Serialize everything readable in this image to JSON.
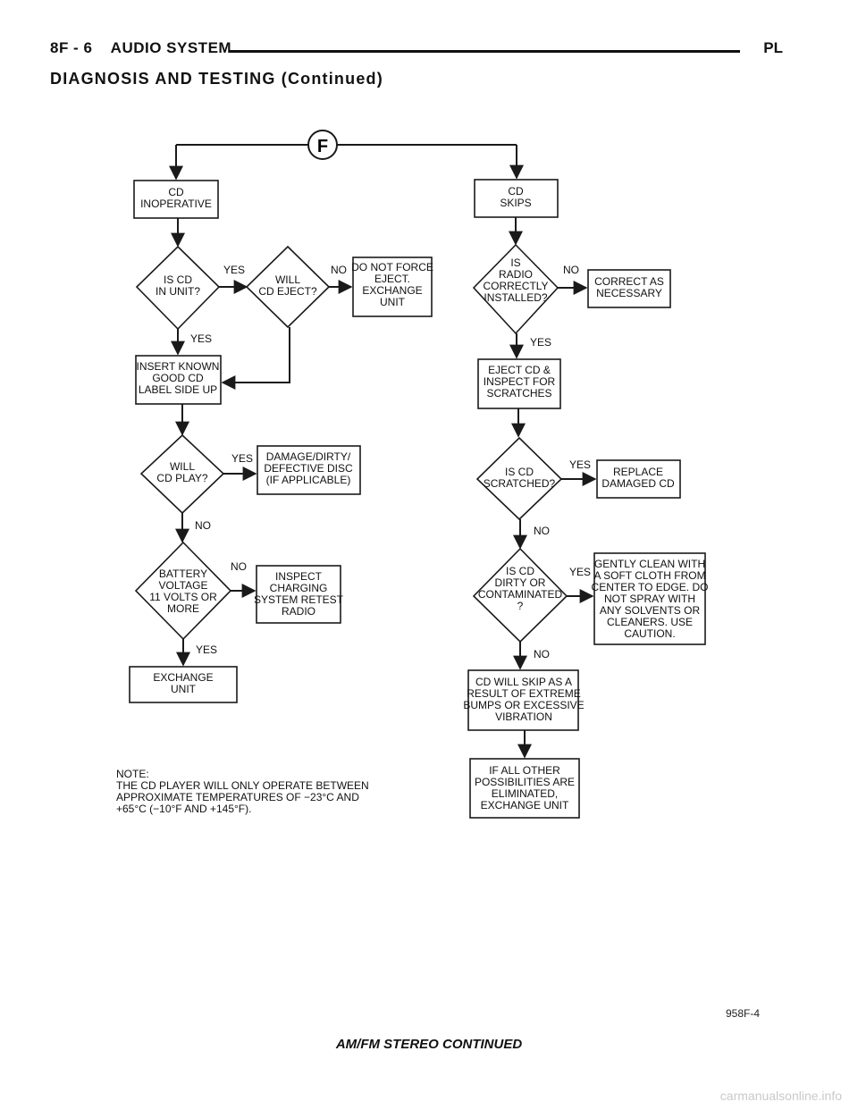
{
  "header": {
    "left": "8F - 6    AUDIO SYSTEM",
    "right": "PL"
  },
  "subheading": "DIAGNOSIS AND TESTING (Continued)",
  "flowchart": {
    "start_label": "F",
    "left": {
      "cd_inoperative": [
        "CD",
        "INOPERATIVE"
      ],
      "is_cd_in_unit": [
        "IS CD",
        "IN UNIT?"
      ],
      "will_cd_eject": [
        "WILL",
        "CD EJECT?"
      ],
      "do_not_force": [
        "DO NOT FORCE",
        "EJECT.",
        "EXCHANGE",
        "UNIT"
      ],
      "insert_known": [
        "INSERT KNOWN",
        "GOOD CD",
        "LABEL SIDE UP"
      ],
      "will_cd_play": [
        "WILL",
        "CD PLAY?"
      ],
      "damage_dirty": [
        "DAMAGE/DIRTY/",
        "DEFECTIVE DISC",
        "(IF APPLICABLE)"
      ],
      "battery_voltage": [
        "BATTERY",
        "VOLTAGE",
        "11 VOLTS OR",
        "MORE"
      ],
      "inspect_charging": [
        "INSPECT",
        "CHARGING",
        "SYSTEM RETEST",
        "RADIO"
      ],
      "exchange_unit": [
        "EXCHANGE",
        "UNIT"
      ]
    },
    "right": {
      "cd_skips": [
        "CD",
        "SKIPS"
      ],
      "radio_installed": [
        "IS",
        "RADIO",
        "CORRECTLY",
        "INSTALLED?"
      ],
      "correct_as": [
        "CORRECT AS",
        "NECESSARY"
      ],
      "eject_inspect": [
        "EJECT CD &",
        "INSPECT FOR",
        "SCRATCHES"
      ],
      "is_cd_scratched": [
        "IS CD",
        "SCRATCHED?"
      ],
      "replace_damaged": [
        "REPLACE",
        "DAMAGED CD"
      ],
      "dirty_contaminated": [
        "IS CD",
        "DIRTY OR",
        "CONTAMINATED",
        "?"
      ],
      "gently_clean": [
        "GENTLY CLEAN WITH",
        "A SOFT CLOTH FROM",
        "CENTER TO EDGE. DO",
        "NOT SPRAY WITH",
        "ANY SOLVENTS OR",
        "CLEANERS. USE",
        "CAUTION."
      ],
      "cd_will_skip": [
        "CD WILL SKIP AS A",
        "RESULT OF EXTREME",
        "BUMPS OR EXCESSIVE",
        "VIBRATION"
      ],
      "if_all_other": [
        "IF ALL OTHER",
        "POSSIBILITIES ARE",
        "ELIMINATED,",
        "EXCHANGE UNIT"
      ]
    },
    "labels": {
      "yes": "YES",
      "no": "NO"
    },
    "note": [
      "NOTE:",
      "THE CD PLAYER WILL ONLY OPERATE BETWEEN",
      "APPROXIMATE TEMPERATURES OF −23°C AND",
      "+65°C (−10°F AND +145°F)."
    ],
    "figure_id": "958F-4"
  },
  "caption": "AM/FM STEREO CONTINUED",
  "watermark": "carmanualsonline.info"
}
